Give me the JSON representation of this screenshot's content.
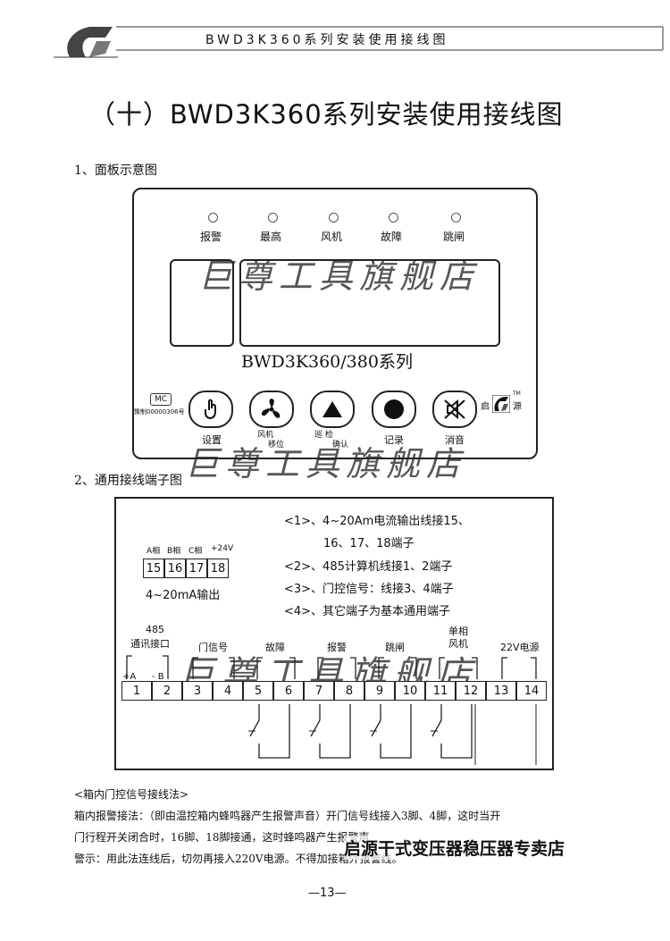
{
  "header": {
    "title": "BWD3K360系列安装使用接线图"
  },
  "page_title": "（十）BWD3K360系列安装使用接线图",
  "section1": {
    "heading": "1、面板示意图"
  },
  "panel": {
    "leds": [
      "报警",
      "最高",
      "风机",
      "故障",
      "跳闸"
    ],
    "model": "BWD3K360/380系列",
    "cert_badge": "MC",
    "cert_number": "豫制00000306号",
    "brand_left": "启",
    "brand_right": "源",
    "tm": "TM",
    "buttons": [
      {
        "icon": "hand-pointer-icon",
        "label": "设置"
      },
      {
        "icon": "fan-icon",
        "label": "风机/移位"
      },
      {
        "icon": "up-triangle-icon",
        "label": "巡 检",
        "sub": ""
      },
      {
        "icon": "record-circle-icon",
        "label": "记录"
      },
      {
        "icon": "mute-speaker-icon",
        "label": "消音"
      }
    ],
    "button2_sublabel_top": "风机",
    "button2_sublabel_bottom": "移位",
    "button3_label_top": "巡 检",
    "button3_label_bottom": "确认"
  },
  "watermark": "巨尊工具旗舰店",
  "section2": {
    "heading": "2、通用接线端子图"
  },
  "wiring": {
    "phase_labels": [
      "A相",
      "B相",
      "C相",
      "+24V"
    ],
    "analog_terminals": [
      "15",
      "16",
      "17",
      "18"
    ],
    "analog_output": "4~20mA输出",
    "notes": [
      "<1>、4~20Am电流输出线接15、",
      "16、17、18端子",
      "<2>、485计算机线接1、2端子",
      "<3>、门控信号：线接3、4端子",
      "<4>、其它端子为基本通用端子"
    ],
    "group_labels": {
      "comm_485": "485",
      "comm_port": "通讯接口",
      "door": "门信号",
      "fault": "故障",
      "alarm": "报警",
      "trip": "跳闸",
      "single_phase": "单相",
      "fan": "风机",
      "power": "22V电源",
      "plus_a": "+A",
      "minus_b": "- B"
    },
    "terminals": [
      "1",
      "2",
      "3",
      "4",
      "5",
      "6",
      "7",
      "8",
      "9",
      "10",
      "11",
      "12",
      "13",
      "14"
    ]
  },
  "notes_section": {
    "heading": "<箱内门控信号接线法>",
    "line1": "箱内报警接法：（即由温控箱内蜂鸣器产生报警声音）开门信号线接入3脚、4脚，这时当开",
    "line2": "门行程开关闭合时，16脚、18脚接通，这时蜂鸣器产生报警声",
    "line3": "警示：用此法连线后，切勿再接入220V电源。不得加接箱外报警线。"
  },
  "shop_name": "启源干式变压器稳压器专卖店",
  "page_number": "—13—"
}
